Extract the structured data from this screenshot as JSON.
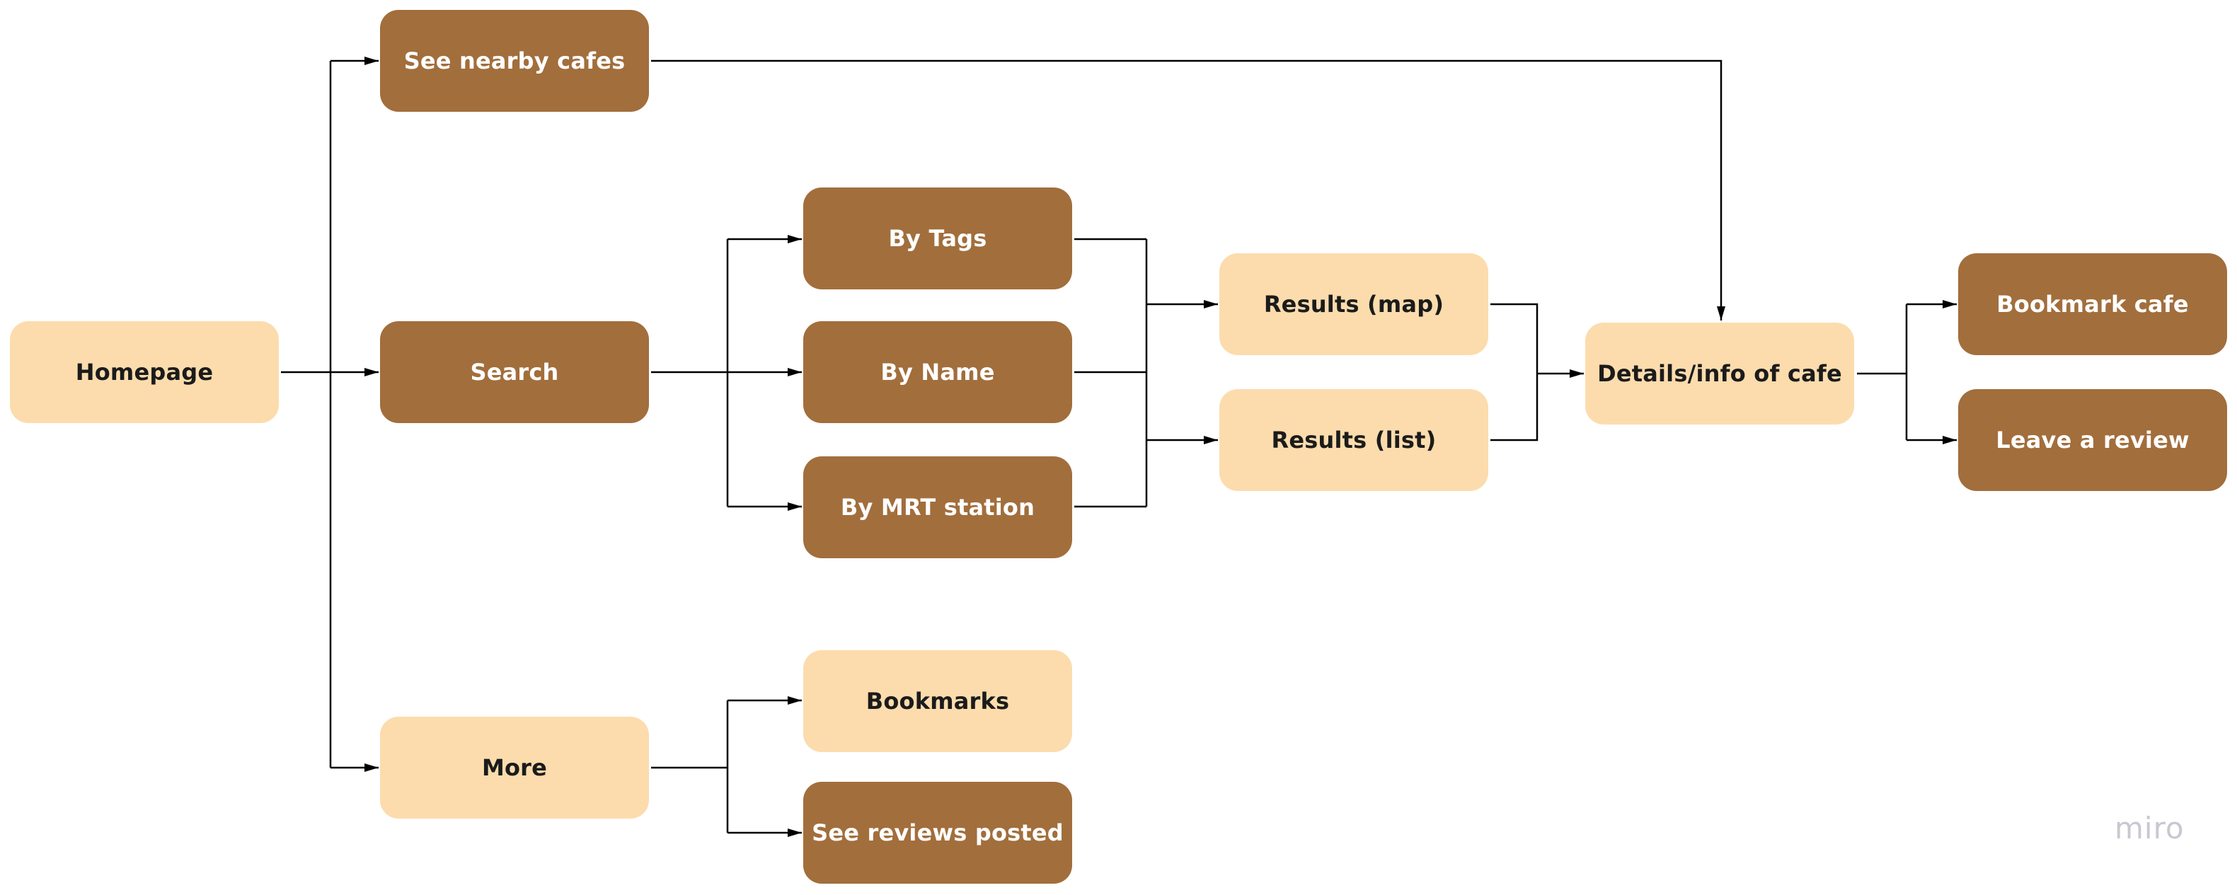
{
  "nodes": {
    "homepage": "Homepage",
    "nearby": "See nearby cafes",
    "search": "Search",
    "more": "More",
    "by_tags": "By Tags",
    "by_name": "By Name",
    "by_mrt": "By MRT station",
    "bookmarks": "Bookmarks",
    "reviews_posted": "See reviews posted",
    "results_map": "Results (map)",
    "results_list": "Results (list)",
    "details": "Details/info of cafe",
    "bookmark_cafe": "Bookmark cafe",
    "leave_review": "Leave a review"
  },
  "watermark": "miro",
  "colors": {
    "light_node": "#fcdcad",
    "dark_node": "#a26e3c",
    "connector": "#000000"
  }
}
